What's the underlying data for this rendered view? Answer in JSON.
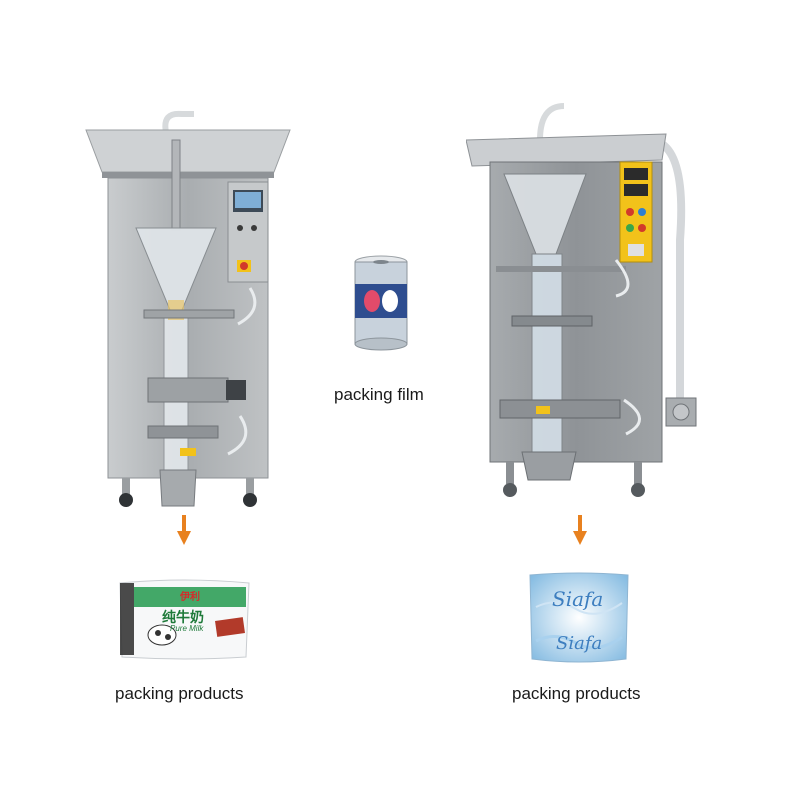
{
  "captions": {
    "film": "packing film",
    "left_product": "packing products",
    "right_product": "packing products"
  },
  "left_pouch": {
    "brand_cn": "伊利",
    "product_cn": "纯牛奶",
    "product_en": "Pure Milk"
  },
  "right_pouch": {
    "brand": "Siafa"
  },
  "colors": {
    "arrow": "#e8811f",
    "steel": "#b9bcbf",
    "steel_dark": "#8d9195",
    "control_yellow": "#f2c21a",
    "milk_green": "#2f9e58",
    "water_blue": "#7fb8e0"
  }
}
